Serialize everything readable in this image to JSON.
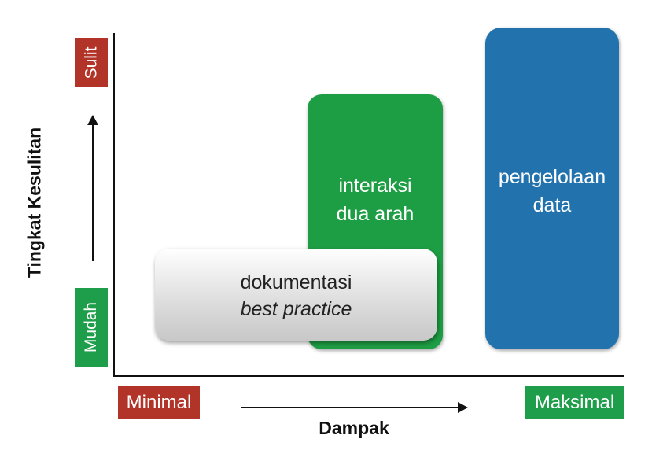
{
  "y_axis": {
    "title": "Tingkat Kesulitan",
    "high_label": "Sulit",
    "low_label": "Mudah"
  },
  "x_axis": {
    "title": "Dampak",
    "low_label": "Minimal",
    "high_label": "Maksimal"
  },
  "boxes": {
    "green": {
      "line1": "interaksi",
      "line2": "dua arah",
      "color": "#1e9e44"
    },
    "blue": {
      "line1": "pengelolaan",
      "line2": "data",
      "color": "#2272ad"
    },
    "gray": {
      "line1": "dokumentasi",
      "line2": "best practice"
    }
  },
  "colors": {
    "red_tag": "#b23428",
    "green_tag": "#1e9e4a"
  }
}
